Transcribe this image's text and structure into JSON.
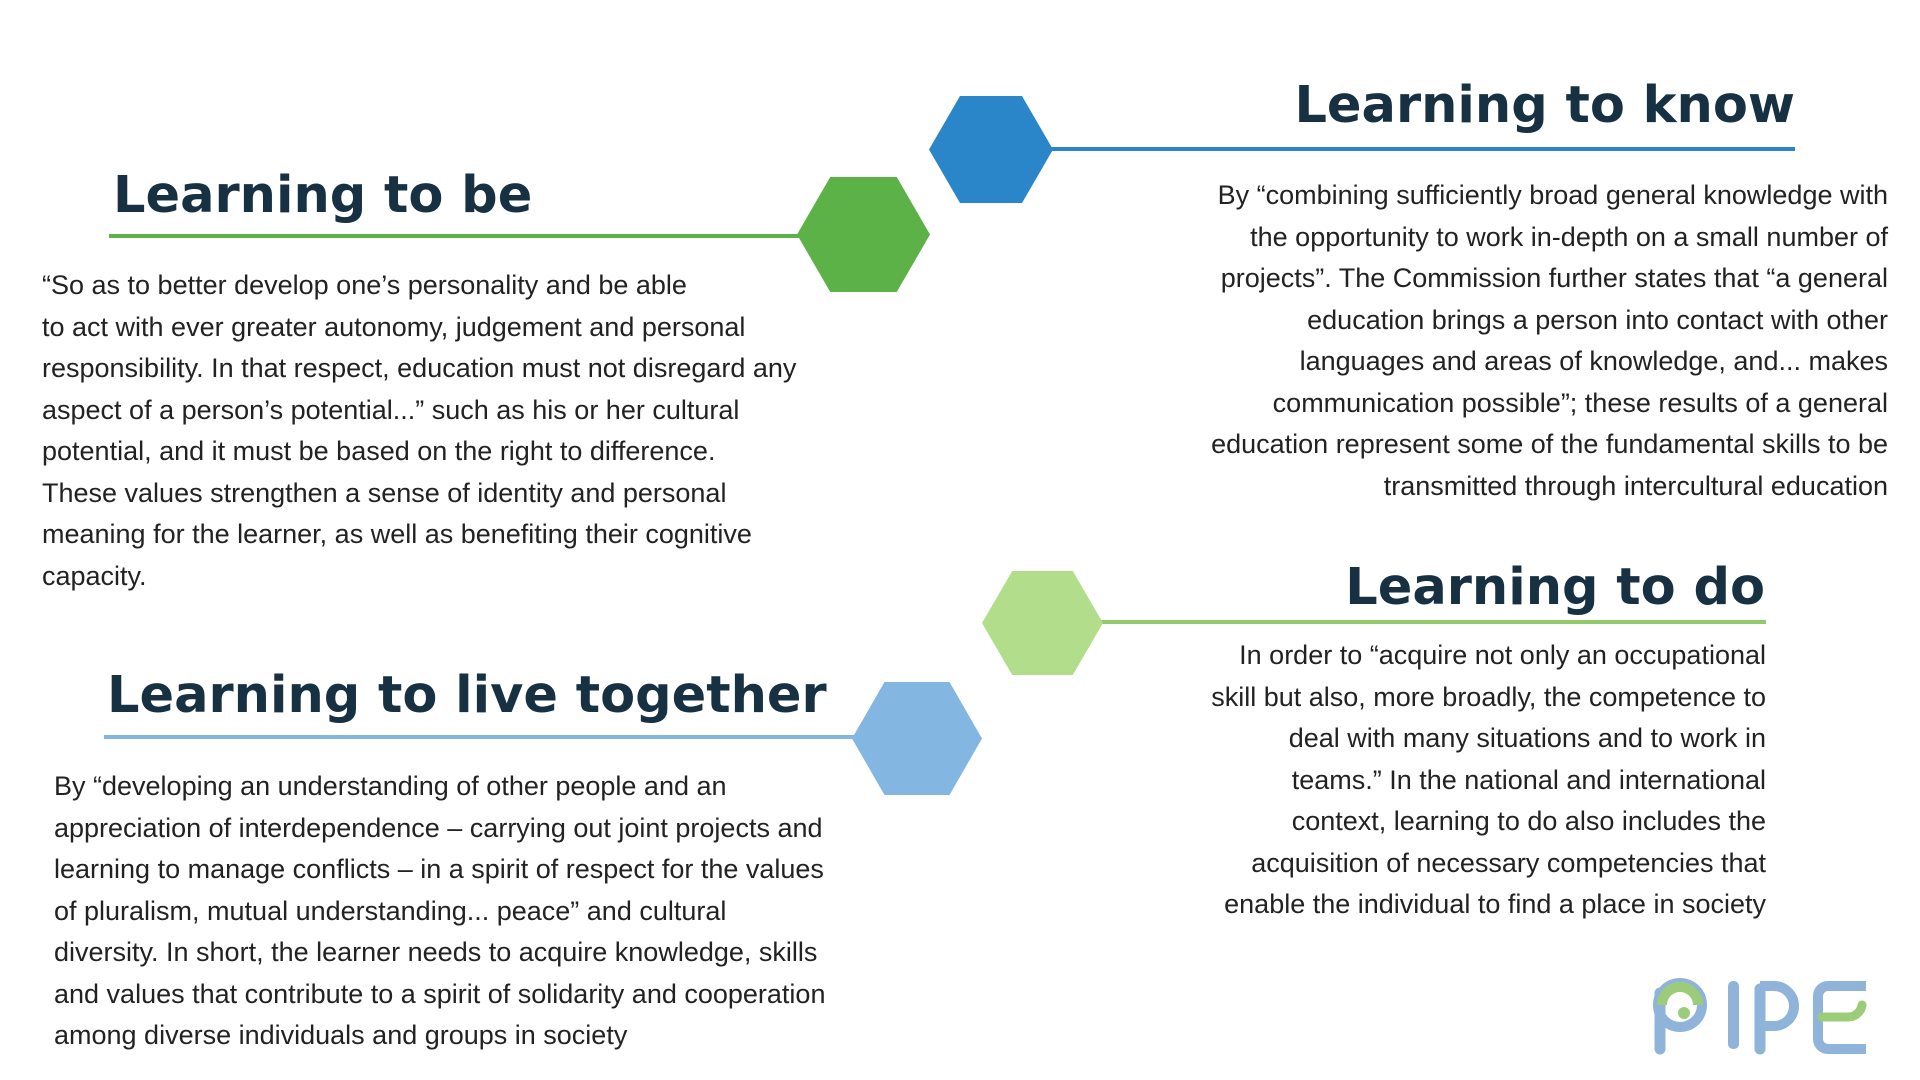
{
  "sections": {
    "be": {
      "title": "Learning to be",
      "lines": [
        "“So as to better develop one’s personality and be able",
        "to act with ever greater autonomy, judgement and personal",
        "responsibility. In that respect, education must not disregard any",
        "aspect of a person’s potential...” such as his or her cultural",
        "potential, and it must be based on the right to difference.",
        "These values strengthen a sense of identity and personal",
        "meaning for the learner, as well as benefiting their cognitive",
        "capacity."
      ],
      "color": "#5cb246"
    },
    "know": {
      "title": "Learning to know",
      "lines": [
        "By “combining sufficiently broad general knowledge with",
        "the opportunity to work in-depth on a small number of",
        "projects”. The Commission further states that “a general",
        "education brings a person into contact with other",
        "languages and areas of knowledge, and... makes",
        "communication possible”; these results of a general",
        "education represent some of the fundamental skills to be",
        "transmitted through intercultural education"
      ],
      "color": "#2a86c8"
    },
    "do": {
      "title": "Learning to do",
      "lines": [
        "In order to “acquire not only an occupational",
        "skill but also, more broadly, the competence to",
        "deal with many situations and to work in",
        "teams.” In the national and international",
        "context, learning to do also includes the",
        "acquisition of necessary competencies that",
        "enable the individual to find a place in society"
      ],
      "color": "#b2dd8a"
    },
    "live": {
      "title": "Learning to live together",
      "lines": [
        "By “developing an understanding of other people and an",
        "appreciation of interdependence – carrying out joint projects and",
        "learning to manage conflicts – in a spirit of respect for the values",
        "of pluralism, mutual understanding... peace”  and cultural",
        "diversity. In short, the learner needs to acquire knowledge, skills",
        "and values that contribute to a spirit of solidarity and cooperation",
        "among diverse individuals and groups in society"
      ],
      "color": "#83b7e1"
    }
  },
  "logo": {
    "name": "pipe-logo",
    "text": "PIPE",
    "colors": {
      "blue": "#8fb3d9",
      "green": "#9ccc7a"
    }
  }
}
